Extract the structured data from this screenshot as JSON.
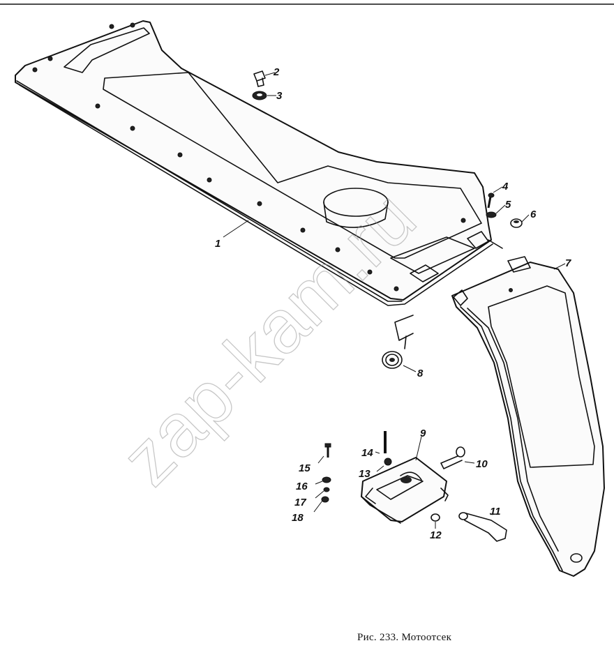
{
  "figure": {
    "caption": "Рис. 233. Мотоотсек",
    "watermark": "zap-kam.ru"
  },
  "callouts": [
    "1",
    "2",
    "3",
    "4",
    "5",
    "6",
    "7",
    "8",
    "9",
    "10",
    "11",
    "12",
    "13",
    "14",
    "15",
    "16",
    "17",
    "18"
  ]
}
